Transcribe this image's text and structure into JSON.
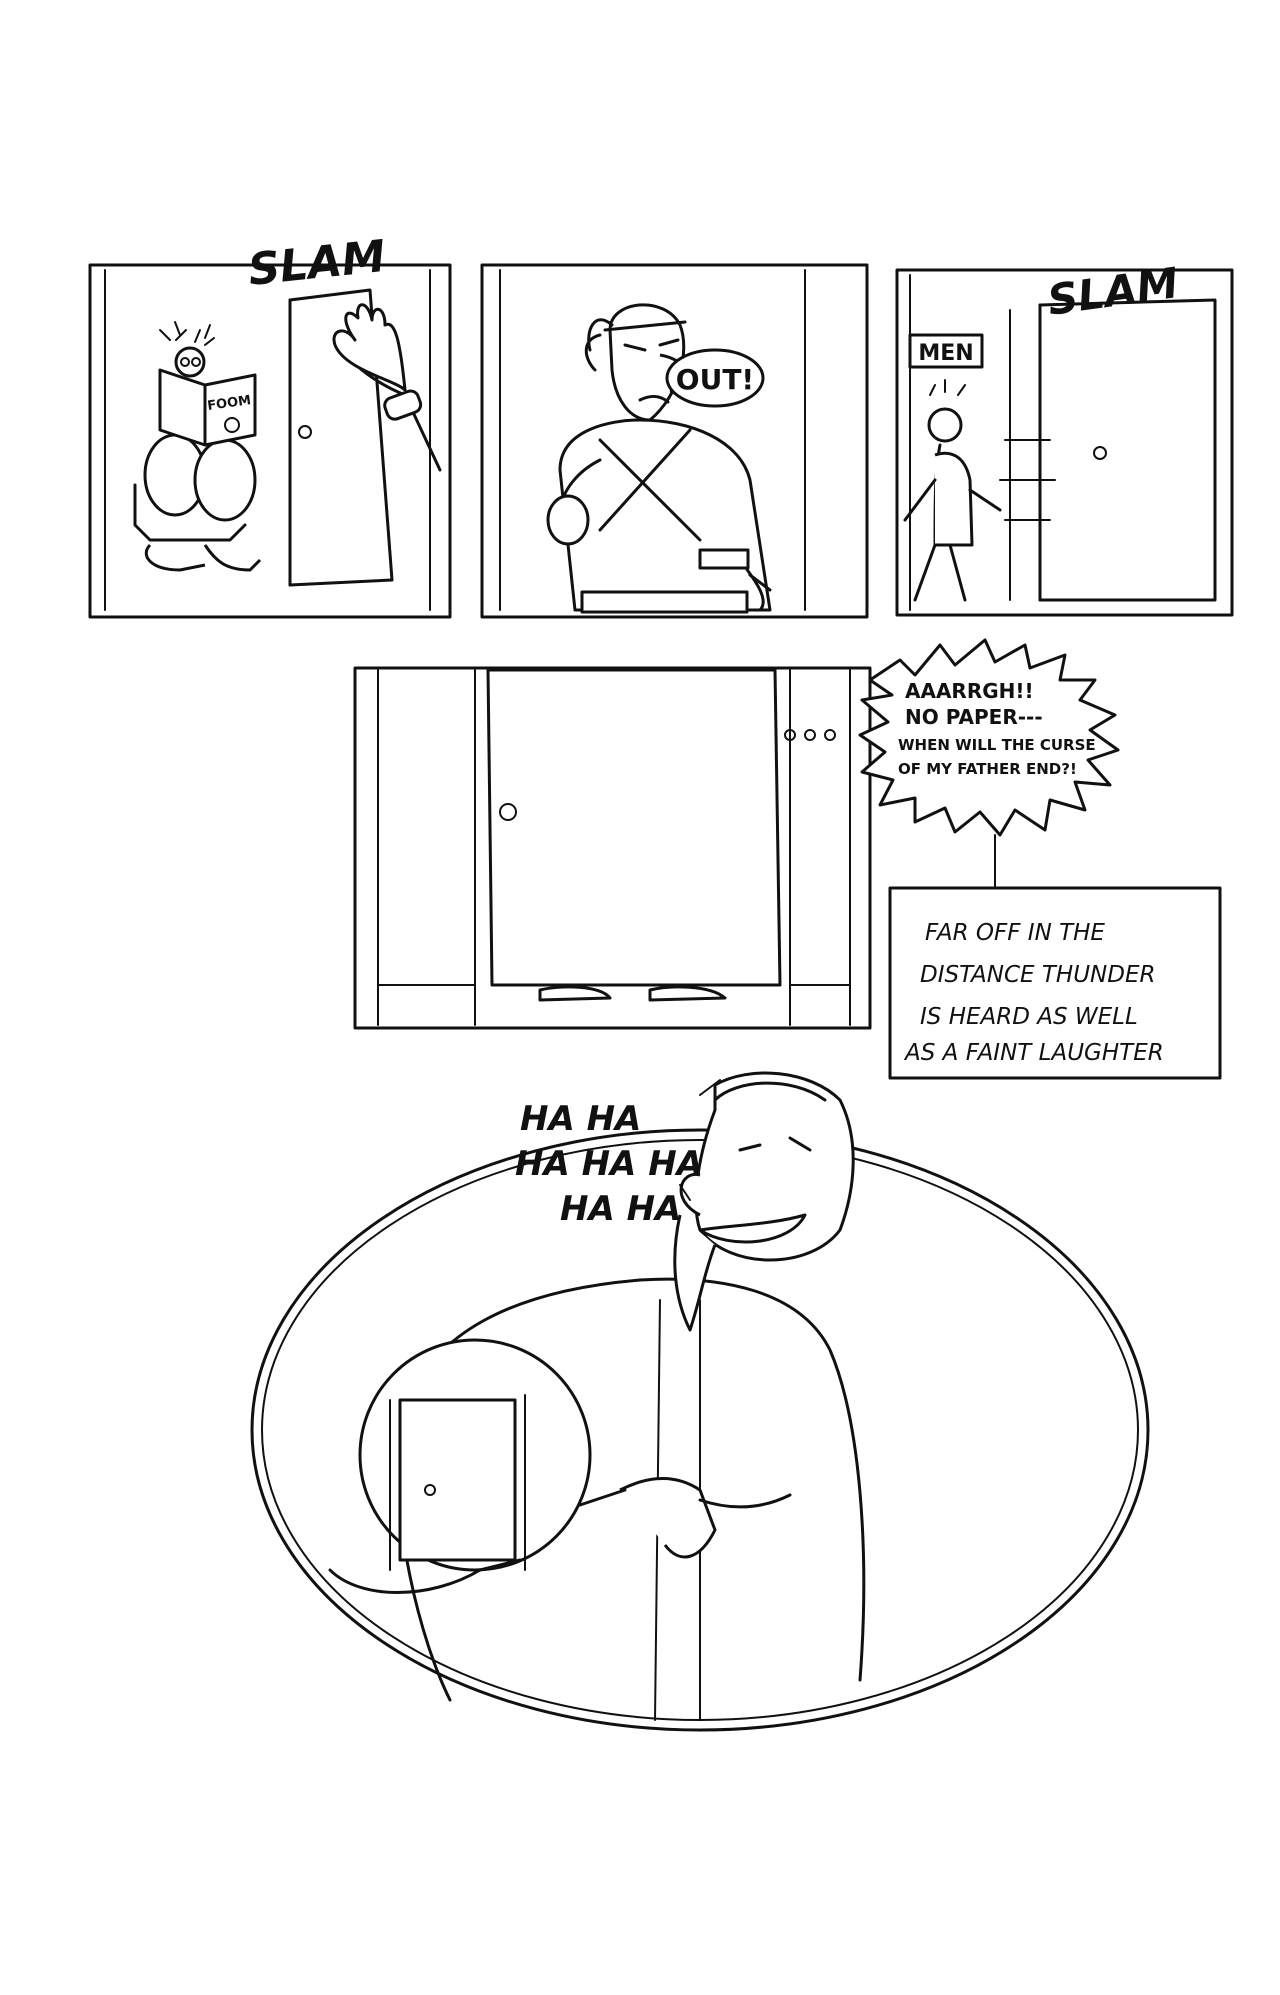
{
  "panel1": {
    "sfx": "SLAM",
    "magazine": "FOOM"
  },
  "panel2": {
    "speech": "OUT!"
  },
  "panel3": {
    "sign": "MEN",
    "sfx": "SLAM"
  },
  "panel4": {
    "shout_lines": [
      "AAARRGH!!",
      "NO PAPER---",
      "WHEN WILL THE CURSE",
      "OF MY FATHER END?!"
    ],
    "caption_lines": [
      "FAR OFF IN THE",
      "DISTANCE THUNDER",
      "IS HEARD AS WELL",
      "AS A FAINT LAUGHTER"
    ]
  },
  "panel5": {
    "laugh_lines": [
      "HA HA",
      "HA HA HA",
      "HA HA"
    ]
  }
}
